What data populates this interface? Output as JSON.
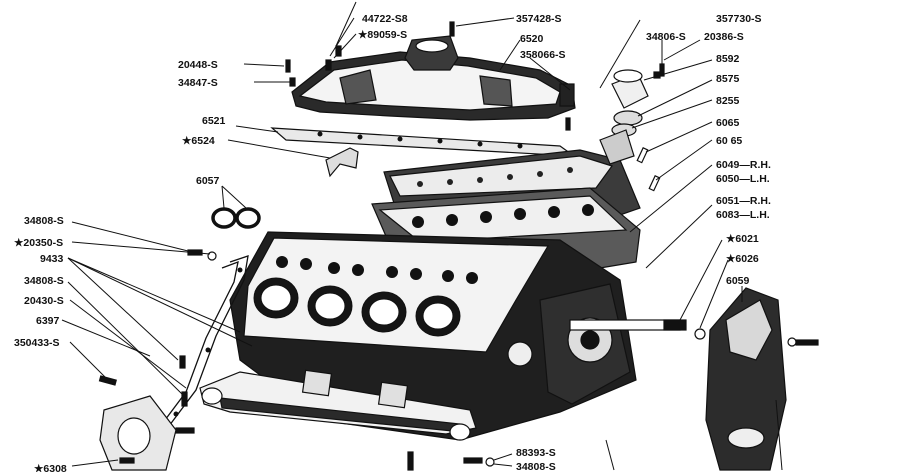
{
  "callouts": {
    "p1": "44722-S8",
    "p2": "★89059-S",
    "p3": "357428-S",
    "p4": "6520",
    "p5": "358066-S",
    "p6": "357730-S",
    "p7": "34806-S",
    "p8": "20386-S",
    "p9": "8592",
    "p10": "8575",
    "p11": "8255",
    "p12": "20448-S",
    "p13": "34847-S",
    "p14": "6521",
    "p15": "★6524",
    "p16": "6065",
    "p17": "60 65",
    "p18": "6049—R.H.",
    "p19": "6050—L.H.",
    "p20": "6051—R.H.",
    "p21": "6083—L.H.",
    "p22": "6057",
    "p23": "34808-S",
    "p24": "★20350-S",
    "p25": "9433",
    "p26": "34808-S",
    "p27": "20430-S",
    "p28": "6397",
    "p29": "350433-S",
    "p30": "★6021",
    "p31": "★6026",
    "p32": "6059",
    "p33": "88393-S",
    "p34": "34808-S",
    "p35": "★6308"
  }
}
